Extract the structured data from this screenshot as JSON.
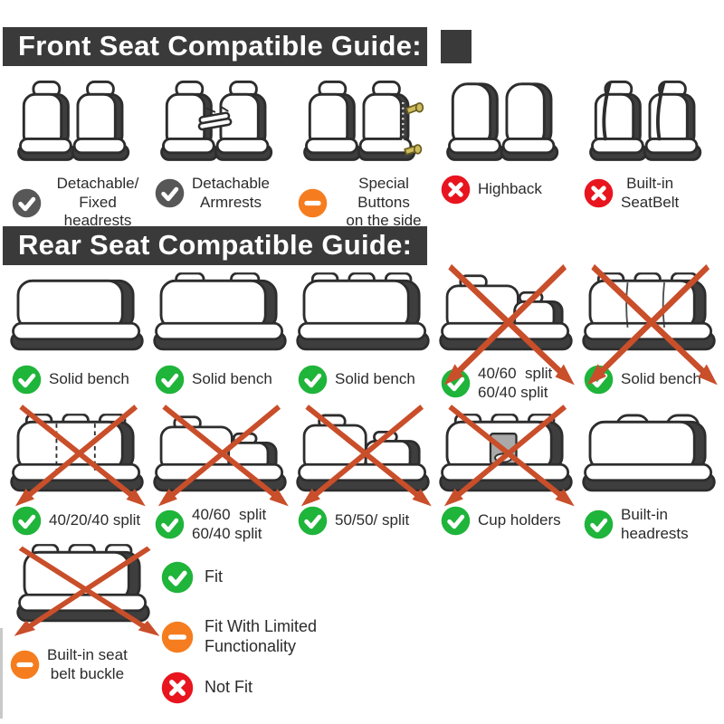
{
  "front": {
    "title": "Front Seat Compatible Guide:",
    "items": [
      {
        "label": "Detachable/\nFixed headrests",
        "status": "check-gray",
        "crossed": false
      },
      {
        "label": "Detachable\nArmrests",
        "status": "check-gray",
        "crossed": false
      },
      {
        "label": "Special Buttons\non the side",
        "status": "limited",
        "crossed": false
      },
      {
        "label": "Highback",
        "status": "not-fit",
        "crossed": false
      },
      {
        "label": "Built-in\nSeatBelt",
        "status": "not-fit",
        "crossed": false
      }
    ]
  },
  "rear": {
    "title": "Rear Seat Compatible Guide:",
    "row1": [
      {
        "label": "Solid bench",
        "status": "fit",
        "crossed": false
      },
      {
        "label": "Solid bench",
        "status": "fit",
        "crossed": false
      },
      {
        "label": "Solid bench",
        "status": "fit",
        "crossed": false
      },
      {
        "label": "40/60  split\n60/40 split",
        "status": "fit",
        "crossed": true
      },
      {
        "label": "Solid bench",
        "status": "fit",
        "crossed": true
      }
    ],
    "row2": [
      {
        "label": "40/20/40 split",
        "status": "fit",
        "crossed": true
      },
      {
        "label": "40/60  split\n60/40 split",
        "status": "fit",
        "crossed": true
      },
      {
        "label": "50/50/ split",
        "status": "fit",
        "crossed": true
      },
      {
        "label": "Cup holders",
        "status": "fit",
        "crossed": true
      },
      {
        "label": "Built-in\nheadrests",
        "status": "fit",
        "crossed": false
      }
    ],
    "row3": [
      {
        "label": "Built-in seat\nbelt buckle",
        "status": "limited",
        "crossed": true
      }
    ]
  },
  "legend": {
    "items": [
      {
        "label": "Fit",
        "status": "fit"
      },
      {
        "label": "Fit With Limited\nFunctionality",
        "status": "limited"
      },
      {
        "label": "Not Fit",
        "status": "not-fit"
      }
    ]
  },
  "colors": {
    "fit_green": "#1fb43a",
    "limited_orange": "#f57d1f",
    "not_fit_red": "#e8141e",
    "neutral_gray": "#575757",
    "cross_arrow": "#c94e2a",
    "banner_bg": "#3a3a3a"
  }
}
